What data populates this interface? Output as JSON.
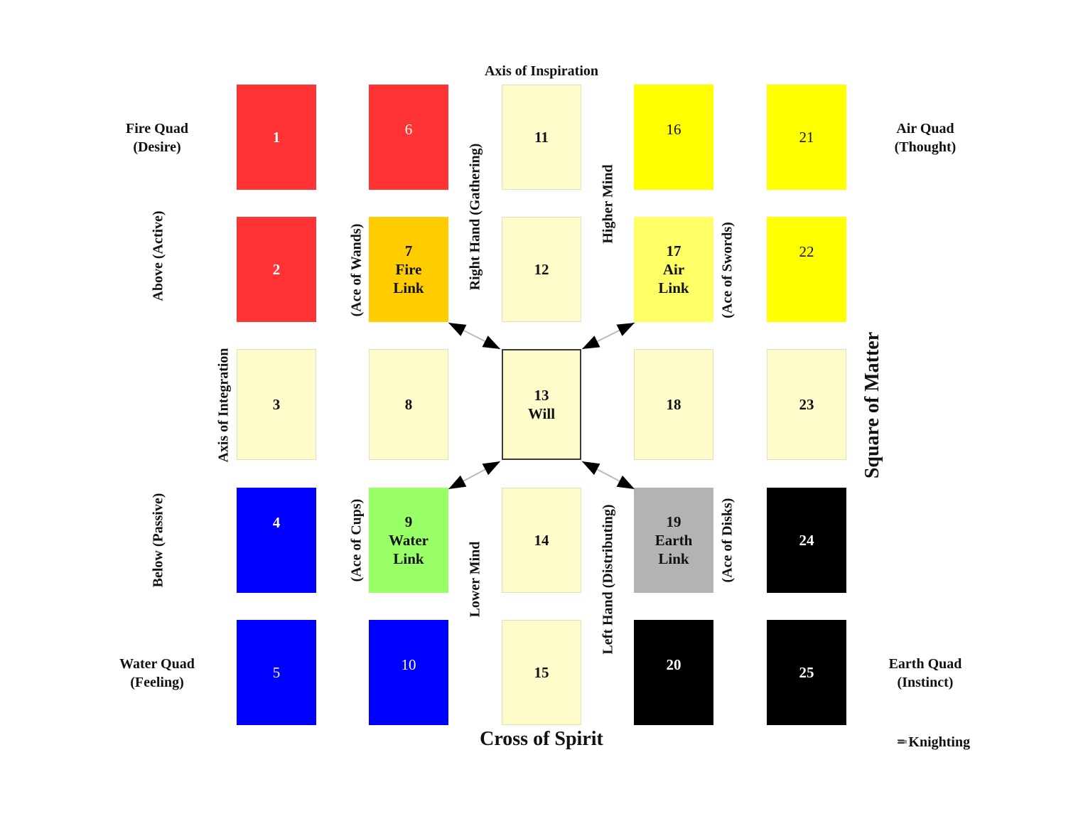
{
  "title": "Axis of Inspiration",
  "cards": [
    {
      "num": "1",
      "name": "",
      "bg": "#ff3333",
      "fg": "#ffffff"
    },
    {
      "num": "2",
      "name": "",
      "bg": "#ff3333",
      "fg": "#ffffff"
    },
    {
      "num": "3",
      "name": "",
      "bg": "#fffccc",
      "fg": "#111111"
    },
    {
      "num": "4",
      "name": "",
      "bg": "#0000ff",
      "fg": "#ffffff"
    },
    {
      "num": "5",
      "name": "",
      "bg": "#0000ff",
      "fg": "#ffffff"
    },
    {
      "num": "6",
      "name": "",
      "bg": "#ff3333",
      "fg": "#ffffff"
    },
    {
      "num": "7",
      "name": "Fire Link",
      "bg": "#ffcc00",
      "fg": "#111111"
    },
    {
      "num": "8",
      "name": "",
      "bg": "#fffccc",
      "fg": "#111111"
    },
    {
      "num": "9",
      "name": "Water Link",
      "bg": "#99ff66",
      "fg": "#111111"
    },
    {
      "num": "10",
      "name": "",
      "bg": "#0000ff",
      "fg": "#ffffff"
    },
    {
      "num": "11",
      "name": "",
      "bg": "#fffccc",
      "fg": "#111111"
    },
    {
      "num": "12",
      "name": "",
      "bg": "#fffccc",
      "fg": "#111111"
    },
    {
      "num": "13",
      "name": "Will",
      "bg": "#fffccc",
      "fg": "#111111"
    },
    {
      "num": "14",
      "name": "",
      "bg": "#fffccc",
      "fg": "#111111"
    },
    {
      "num": "15",
      "name": "",
      "bg": "#fffccc",
      "fg": "#111111"
    },
    {
      "num": "16",
      "name": "",
      "bg": "#ffff00",
      "fg": "#111111"
    },
    {
      "num": "17",
      "name": "Air Link",
      "bg": "#ffff66",
      "fg": "#111111"
    },
    {
      "num": "18",
      "name": "",
      "bg": "#fffccc",
      "fg": "#111111"
    },
    {
      "num": "19",
      "name": "Earth Link",
      "bg": "#b3b3b3",
      "fg": "#111111"
    },
    {
      "num": "20",
      "name": "",
      "bg": "#000000",
      "fg": "#ffffff"
    },
    {
      "num": "21",
      "name": "",
      "bg": "#ffff00",
      "fg": "#111111"
    },
    {
      "num": "22",
      "name": "",
      "bg": "#ffff00",
      "fg": "#111111"
    },
    {
      "num": "23",
      "name": "",
      "bg": "#fffccc",
      "fg": "#111111"
    },
    {
      "num": "24",
      "name": "",
      "bg": "#000000",
      "fg": "#ffffff"
    },
    {
      "num": "25",
      "name": "",
      "bg": "#000000",
      "fg": "#ffffff"
    }
  ],
  "quads": {
    "fire": [
      "Fire Quad",
      "(Desire)"
    ],
    "air": [
      "Air Quad",
      "(Thought)"
    ],
    "water": [
      "Water Quad",
      "(Feeling)"
    ],
    "earth": [
      "Earth Quad",
      "(Instinct)"
    ]
  },
  "vertical_labels": {
    "above": "Above (Active)",
    "below": "Below (Passive)",
    "axis_integration": "Axis of Integration",
    "ace_wands": "(Ace of Wands)",
    "ace_cups": "(Ace of Cups)",
    "right_hand": "Right Hand (Gathering)",
    "lower_mind": "Lower Mind",
    "higher_mind": "Higher Mind",
    "left_hand": "Left Hand (Distributing)",
    "ace_swords": "(Ace of Swords)",
    "ace_disks": "(Ace of Disks)",
    "square_matter": "Square of Matter"
  },
  "cross_of_spirit": "Cross of Spirit",
  "legend": "= Knighting",
  "colors": {
    "arrow": "#000000",
    "arrow_line": "#bbbbbb",
    "legend_swatch": "#999999"
  }
}
